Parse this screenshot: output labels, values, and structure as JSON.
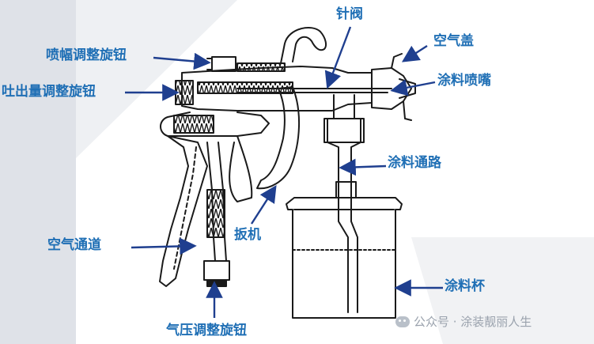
{
  "labels": {
    "spray_width_knob": "喷幅调整旋钮",
    "flow_knob": "吐出量调整旋钮",
    "needle_valve": "针阀",
    "air_cap": "空气盖",
    "nozzle": "涂料喷嘴",
    "paint_passage": "涂料通路",
    "trigger": "扳机",
    "air_passage": "空气通道",
    "paint_cup": "涂料杯",
    "air_pressure_knob": "气压调整旋钮"
  },
  "watermark": {
    "text": "公众号 · 涂装靓丽人生",
    "icon": "wechat-icon"
  },
  "colors": {
    "label": "#1f6fb5",
    "arrow": "#1f3f8f",
    "drawing": "#1a1a1a",
    "background_gray": "#dfe2e8"
  }
}
